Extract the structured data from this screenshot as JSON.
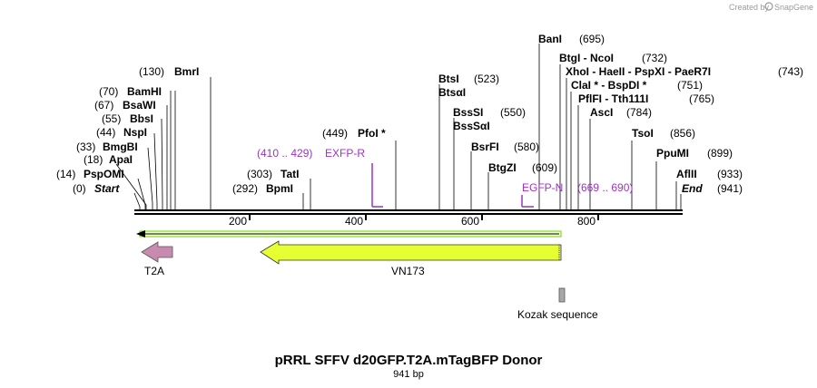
{
  "credit": {
    "prefix": "Created by",
    "brand": "SnapGene"
  },
  "plasmid": {
    "name": "pRRL SFFV d20GFP.T2A.mTagBFP Donor",
    "size": "941 bp"
  },
  "ticks": [
    "200",
    "400",
    "600",
    "800"
  ],
  "sites": [
    {
      "name": "Start",
      "pos": "(0)",
      "style": "italic"
    },
    {
      "name": "PspOMI",
      "pos": "(14)",
      "style": "bold"
    },
    {
      "name": "ApaI",
      "pos": "(18)",
      "style": "bold"
    },
    {
      "name": "BmgBI",
      "pos": "(33)",
      "style": "bold"
    },
    {
      "name": "NspI",
      "pos": "(44)",
      "style": "bold"
    },
    {
      "name": "BbsI",
      "pos": "(55)",
      "style": "bold"
    },
    {
      "name": "BsaWI",
      "pos": "(67)",
      "style": "bold"
    },
    {
      "name": "BamHI",
      "pos": "(70)",
      "style": "bold"
    },
    {
      "name": "BmrI",
      "pos": "(130)",
      "style": "bold"
    },
    {
      "name": "BpmI",
      "pos": "(292)",
      "style": "bold"
    },
    {
      "name": "TatI",
      "pos": "(303)",
      "style": "bold"
    },
    {
      "name": "PfoI *",
      "pos": "(449)",
      "style": "bold"
    },
    {
      "name": "BtsI",
      "pos": "(523)",
      "style": "bold"
    },
    {
      "name": "BtsαI",
      "pos": "",
      "style": "bold"
    },
    {
      "name": "BssSI",
      "pos": "(550)",
      "style": "bold"
    },
    {
      "name": "BssSαI",
      "pos": "",
      "style": "bold"
    },
    {
      "name": "BsrFI",
      "pos": "(580)",
      "style": "bold"
    },
    {
      "name": "BtgZI",
      "pos": "(609)",
      "style": "bold"
    },
    {
      "name": "BanI",
      "pos": "(695)",
      "style": "bold"
    },
    {
      "name": "BtgI  - NcoI",
      "pos": "(732)",
      "style": "bold"
    },
    {
      "name": "XhoI  - HaeII  - PspXI  - PaeR7I",
      "pos": "(743)",
      "style": "bold"
    },
    {
      "name": "ClaI *  - BspDI *",
      "pos": "(751)",
      "style": "bold"
    },
    {
      "name": "PflFI  - Tth111I",
      "pos": "(765)",
      "style": "bold"
    },
    {
      "name": "AscI",
      "pos": "(784)",
      "style": "bold"
    },
    {
      "name": "TsoI",
      "pos": "(856)",
      "style": "bold"
    },
    {
      "name": "PpuMI",
      "pos": "(899)",
      "style": "bold"
    },
    {
      "name": "AflII",
      "pos": "(933)",
      "style": "bold"
    },
    {
      "name": "End",
      "pos": "(941)",
      "style": "italic"
    }
  ],
  "primers": [
    {
      "name": "EXFP-R",
      "range": "(410 .. 429)"
    },
    {
      "name": "EGFP-N",
      "range": "(669 .. 690)"
    }
  ],
  "features": [
    {
      "name": "T2A",
      "color": "#c98ab0"
    },
    {
      "name": "VN173",
      "color": "#e6ff33"
    },
    {
      "name": "Kozak sequence",
      "color": "#a8a8a8"
    }
  ],
  "colors": {
    "orf_line": "#6fd400",
    "primer": "#a030c8",
    "backbone": "#000000"
  }
}
